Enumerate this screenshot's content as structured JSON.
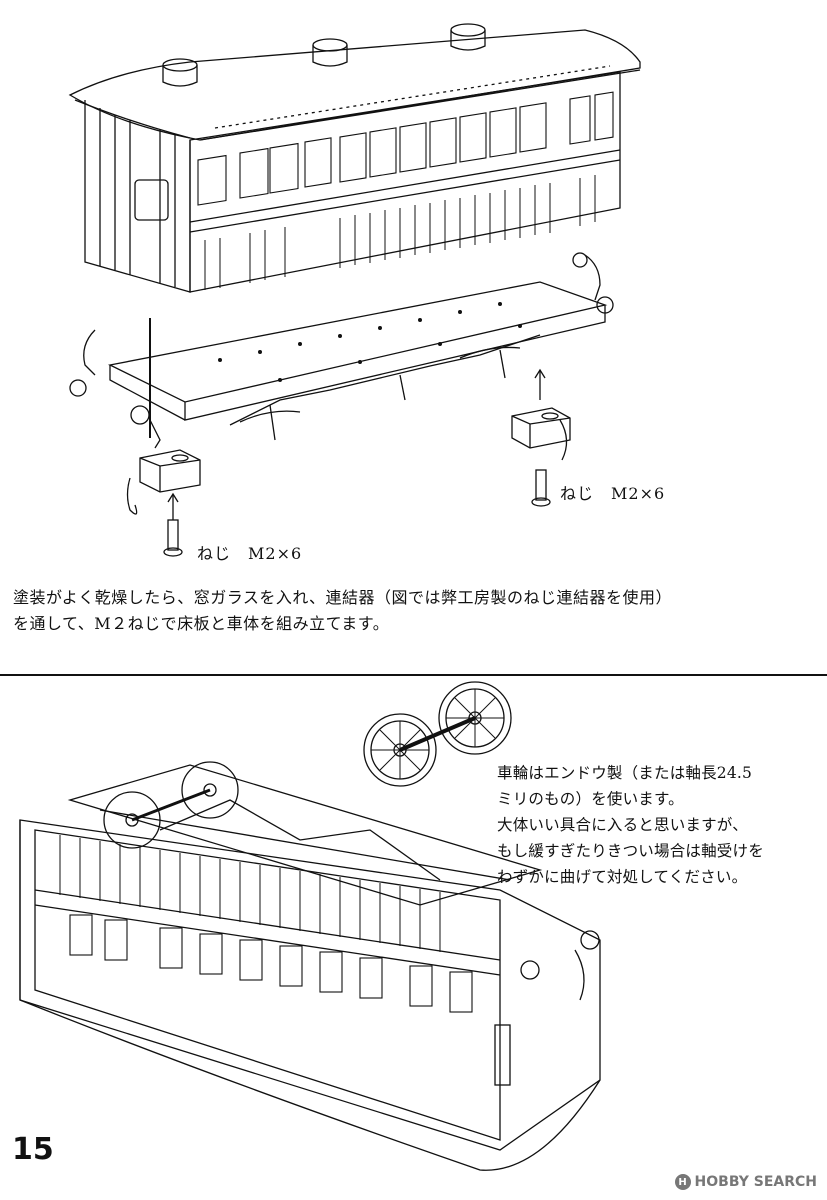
{
  "labels": {
    "screw_left": "ねじ　M2×6",
    "screw_right": "ねじ　M2×6"
  },
  "instructions": {
    "step1_lines": [
      "塗装がよく乾燥したら、窓ガラスを入れ、連結器（図では弊工房製のねじ連結器を使用）",
      "を通して、M２ねじで床板と車体を組み立てます。"
    ],
    "step2_lines": [
      "車輪はエンドウ製（または軸長24.5",
      "ミリのもの）を使います。",
      "大体いい具合に入ると思いますが、",
      "もし緩すぎたりきつい場合は軸受けを",
      "わずかに曲げて対処してください。"
    ]
  },
  "page_number": "15",
  "watermark": {
    "logo_letter": "H",
    "text": "HOBBY SEARCH"
  },
  "colors": {
    "ink": "#111111",
    "paper": "#ffffff",
    "watermark": "#777777"
  }
}
